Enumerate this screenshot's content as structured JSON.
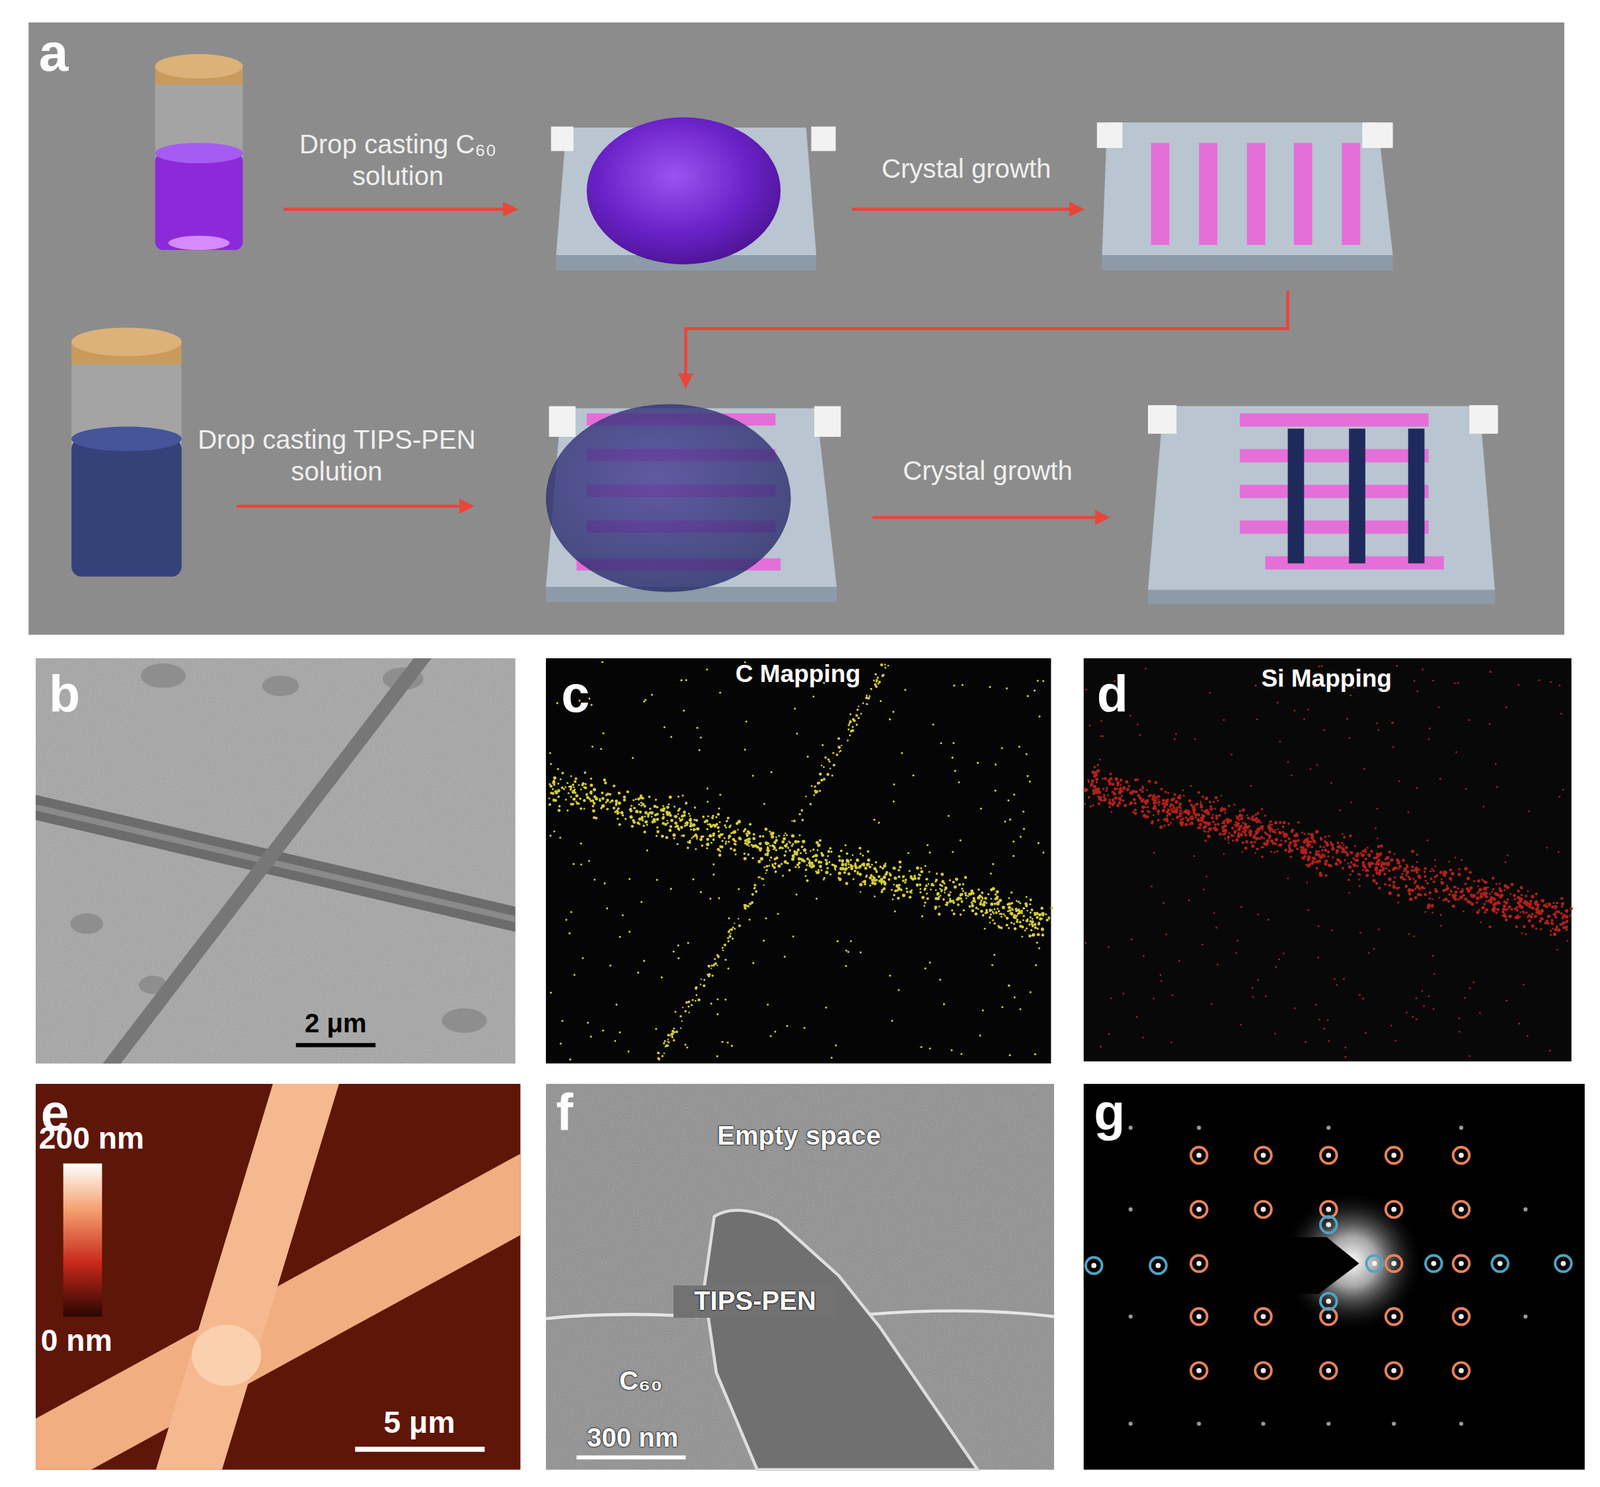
{
  "diagram": {
    "nodes": [
      {
        "text": [
          "a",
          "Drop casting C₆₀ solution",
          "Crystal growth",
          "Drop casting TIPS-PEN solution",
          "Crystal growth"
        ]
      },
      {
        "text": [
          "b",
          "2 μm"
        ]
      },
      {
        "text": [
          "c",
          "C Mapping"
        ]
      },
      {
        "text": [
          "d",
          "Si Mapping"
        ]
      },
      {
        "text": [
          "e",
          "200 nm",
          "0 nm",
          "5 μm"
        ]
      },
      {
        "text": [
          "f",
          "Empty space",
          "TIPS-PEN",
          "C₆₀",
          "300 nm"
        ]
      },
      {
        "text": [
          "g"
        ]
      }
    ]
  }
}
